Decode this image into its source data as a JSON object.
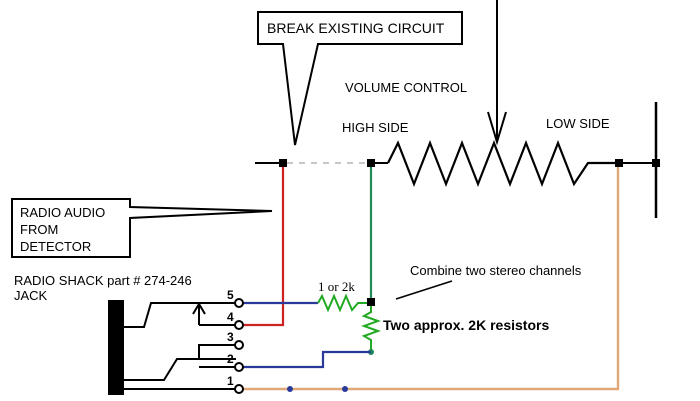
{
  "labels": {
    "break_circuit": "BREAK EXISTING CIRCUIT",
    "volume_control": "VOLUME CONTROL",
    "high_side": "HIGH SIDE",
    "low_side": "LOW SIDE",
    "radio_audio_1": "RADIO AUDIO",
    "radio_audio_2": "FROM",
    "radio_audio_3": "DETECTOR",
    "jack_1": "RADIO SHACK part # 274-246",
    "jack_2": "JACK",
    "combine": "Combine two stereo channels",
    "resistor_value": "1 or 2k",
    "two_resistors": "Two approx. 2K resistors"
  },
  "pins": [
    "5",
    "4",
    "3",
    "2",
    "1"
  ],
  "colors": {
    "red_wire": "#cc2222",
    "green_wire": "#1f8a5a",
    "resistor_green": "#22aa22",
    "blue_wire": "#2a3a9a",
    "orange_wire": "#e0a878",
    "dashed_gap": "#c8c8c8",
    "black": "#000000"
  }
}
